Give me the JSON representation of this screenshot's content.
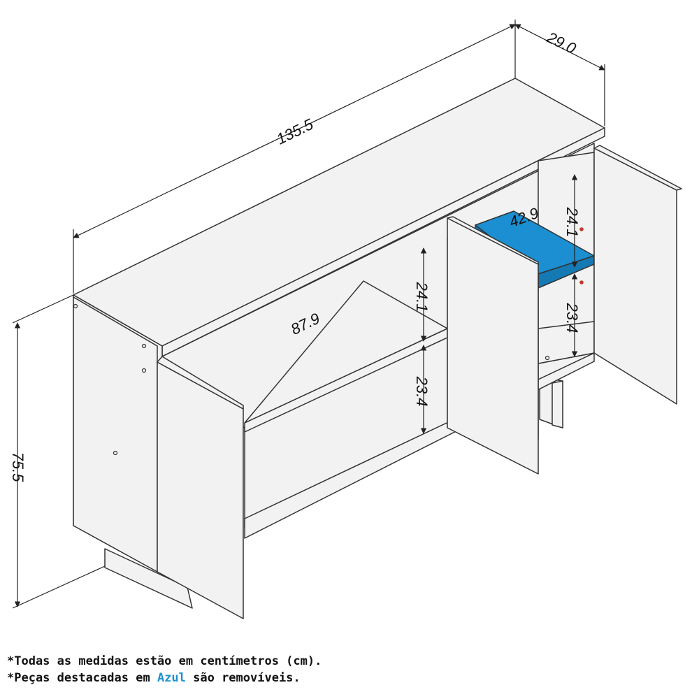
{
  "dimensions": {
    "width": "135.5",
    "depth": "29.0",
    "height": "75.5",
    "inner_width": "87.9",
    "shelf_width": "42.9",
    "left_upper": "24.1",
    "left_lower": "23.4",
    "right_upper": "24.1",
    "right_lower": "23.4"
  },
  "notes": {
    "line1": "*Todas as medidas estão em centímetros (cm).",
    "line2_prefix": "*Peças destacadas em ",
    "line2_highlight": "Azul",
    "line2_suffix": " são removíveis."
  },
  "colors": {
    "line": "#333333",
    "panel": "#f2f2f2",
    "removable": "#1b8fd1",
    "peg": "#c0392b"
  }
}
